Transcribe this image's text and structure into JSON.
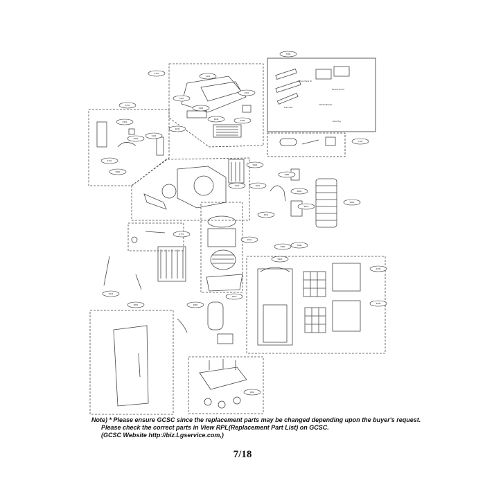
{
  "diagram": {
    "callouts": [
      "6737",
      "3141",
      "3110",
      "3201",
      "3102",
      "3940",
      "3040",
      "3330",
      "6711",
      "6323",
      "5251",
      "3102",
      "3101",
      "5990",
      "5401",
      "3120",
      "3211",
      "4981",
      "4820",
      "5210",
      "6870",
      "3941",
      "6770",
      "3541",
      "5300",
      "5990",
      "5940",
      "3130",
      "3105",
      "3960",
      "3210",
      "3551",
      "3013",
      "3411"
    ],
    "kit_box_labels": [
      "Remote Control",
      "3 Piece Panel Kit",
      "Window Bracket",
      "Foam Seal",
      "Drain Plug"
    ],
    "kit_box_callouts": [
      "7301",
      "7101"
    ]
  },
  "note": {
    "line1": "Note) * Please ensure GCSC since the replacement parts may be changed depending upon the buyer's request.",
    "line2": "Please check  the correct parts in View RPL(Replacement Part List) on GCSC.",
    "line3": "(GCSC Website  http://biz.Lgservice.com,)"
  },
  "page": {
    "number": "7/18"
  }
}
